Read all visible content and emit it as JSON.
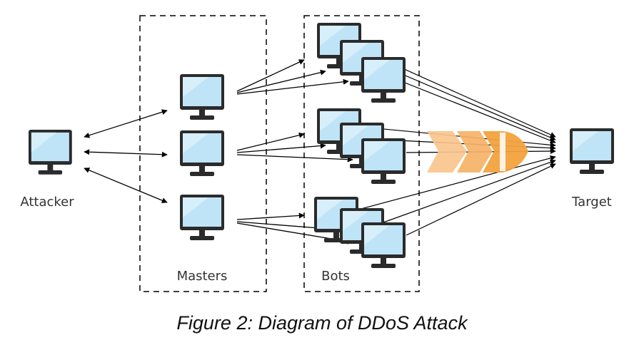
{
  "diagram": {
    "labels": {
      "attacker": "Attacker",
      "masters": "Masters",
      "bots": "Bots",
      "target": "Target"
    },
    "caption": "Figure 2: Diagram of DDoS Attack",
    "colors": {
      "screen": "#bfe4f7",
      "bezel": "#2b2b2b",
      "arrow": "#000000",
      "missile_light": "#f9c68c",
      "missile_dark": "#f3a23d"
    },
    "icons": [
      "computer-monitor-icon",
      "missile-icon"
    ]
  }
}
